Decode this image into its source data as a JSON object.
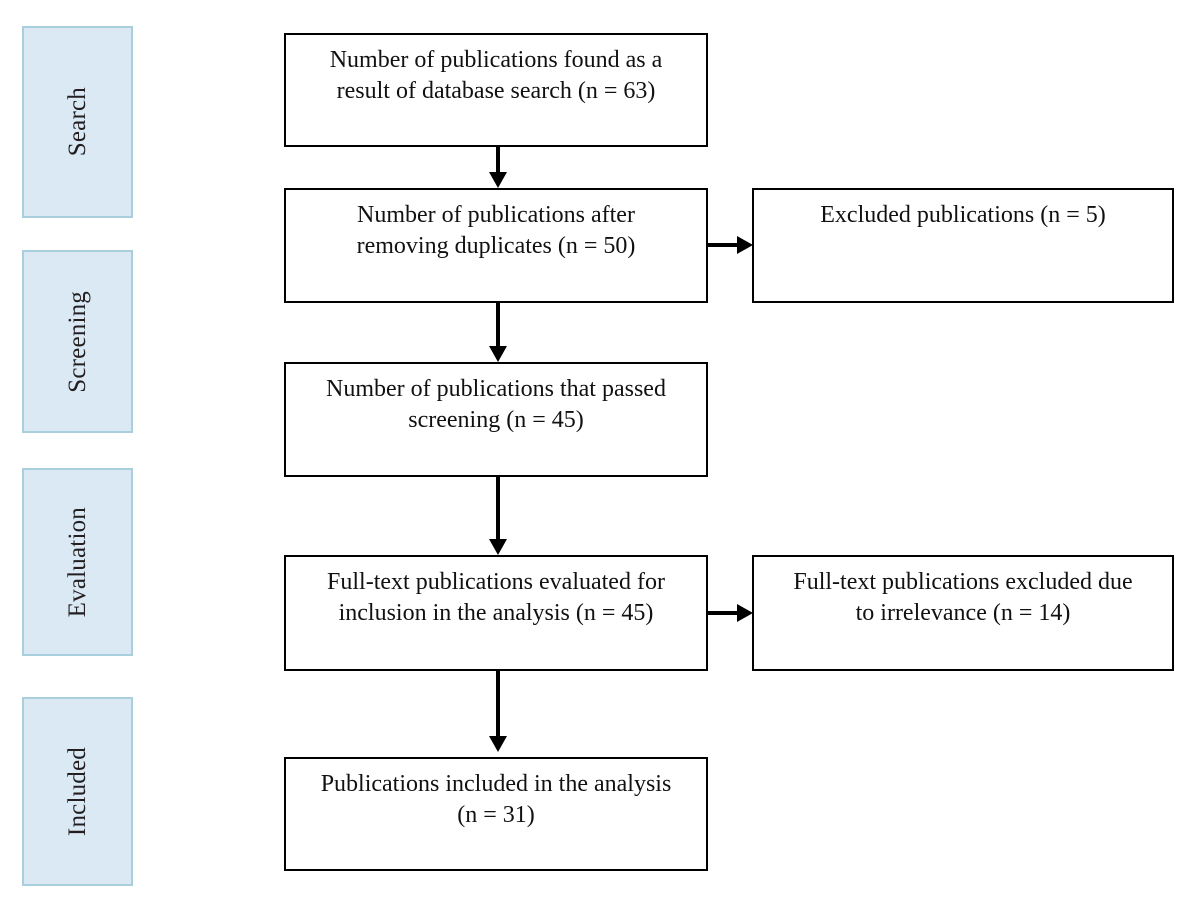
{
  "diagram": {
    "type": "prisma-flow-diagram",
    "title": "",
    "colors": {
      "stage_fill": "#dbe9f5",
      "stage_border": "#a9cfdd",
      "box_border": "#000000",
      "box_fill": "#ffffff",
      "connector": "#000000",
      "text": "#111111"
    },
    "stages": [
      {
        "label": "Search"
      },
      {
        "label": "Screening"
      },
      {
        "label": "Evaluation"
      },
      {
        "label": "Included"
      }
    ],
    "main_boxes": [
      {
        "id": "found",
        "text": "Number of publications found as a\nresult of database search (n = 63)",
        "n": 63
      },
      {
        "id": "deduplicated",
        "text": "Number of publications after\nremoving duplicates (n = 50)",
        "n": 50
      },
      {
        "id": "passed-screening",
        "text": "Number of publications that passed\nscreening (n = 45)",
        "n": 45
      },
      {
        "id": "fulltext-evaluated",
        "text": "Full-text publications evaluated for\ninclusion in the analysis (n = 45)",
        "n": 45
      },
      {
        "id": "included",
        "text": "Publications included in the analysis\n(n = 31)",
        "n": 31
      }
    ],
    "side_boxes": [
      {
        "id": "excluded-duplicates",
        "text": "Excluded publications (n = 5)",
        "n": 5
      },
      {
        "id": "excluded-irrelevance",
        "text": "Full-text publications excluded due\nto irrelevance (n = 14)",
        "n": 14
      }
    ]
  }
}
